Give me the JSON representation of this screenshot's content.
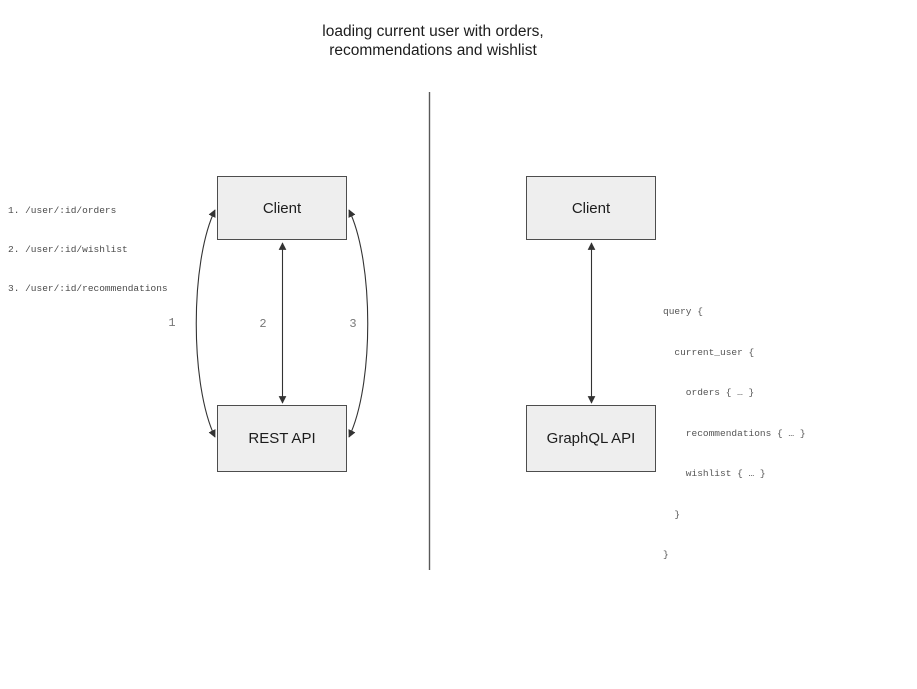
{
  "title": "loading current user with orders,\nrecommendations and wishlist",
  "rest_panel": {
    "client_label": "Client",
    "api_label": "REST API",
    "endpoints": [
      "1. /user/:id/orders",
      "2. /user/:id/wishlist",
      "3. /user/:id/recommendations"
    ],
    "arrow_labels": [
      "1",
      "2",
      "3"
    ]
  },
  "graphql_panel": {
    "client_label": "Client",
    "api_label": "GraphQL API",
    "query_lines": [
      "query {",
      "  current_user {",
      "    orders { … }",
      "    recommendations { … }",
      "    wishlist { … }",
      "  }",
      "}"
    ]
  },
  "colors": {
    "box_fill": "#eeeeee",
    "box_border": "#4d4d4d",
    "arrow_stroke": "#333333",
    "divider_stroke": "#595959",
    "code_text": "#555555",
    "arrow_label_text": "#777777",
    "title_text": "#1c1c1c"
  }
}
